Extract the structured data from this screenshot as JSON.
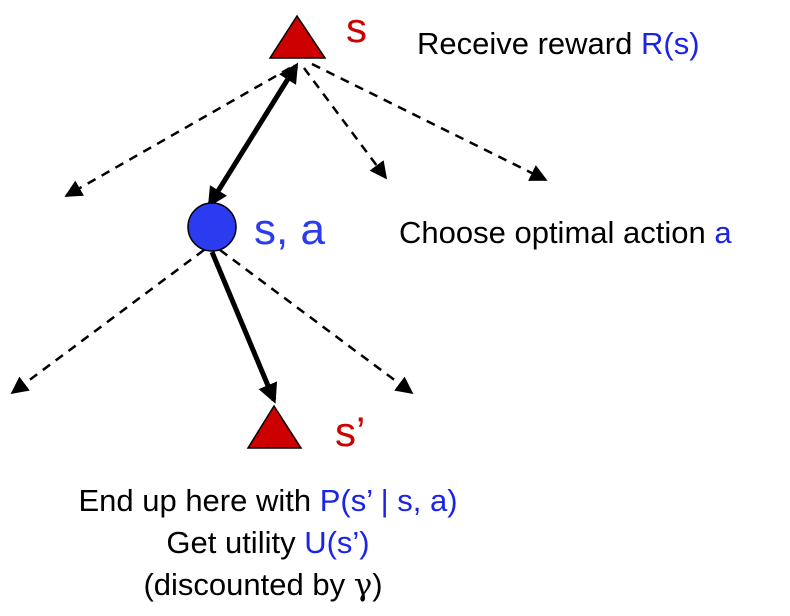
{
  "colors": {
    "state": "#cc0000",
    "chance": "#2b3cf0",
    "highlight": "#1a23e6",
    "text": "#000000",
    "edge": "#000000"
  },
  "nodes": {
    "root_label": "s",
    "chance_label": "s, a",
    "next_label": "s’"
  },
  "annotations": {
    "reward": {
      "prefix": "Receive reward ",
      "term": "R(s)"
    },
    "choose": {
      "prefix": "Choose optimal action ",
      "term": "a"
    },
    "end_up": {
      "prefix": "End up here with ",
      "term": "P(s’ | s, a)"
    },
    "utility": {
      "prefix": "Get utility ",
      "term": "U(s’)"
    },
    "discount": {
      "prefix": "(discounted by ",
      "term": "γ",
      "suffix": ")"
    }
  },
  "icons": {
    "state_node": "red-triangle",
    "chance_node": "blue-circle"
  }
}
